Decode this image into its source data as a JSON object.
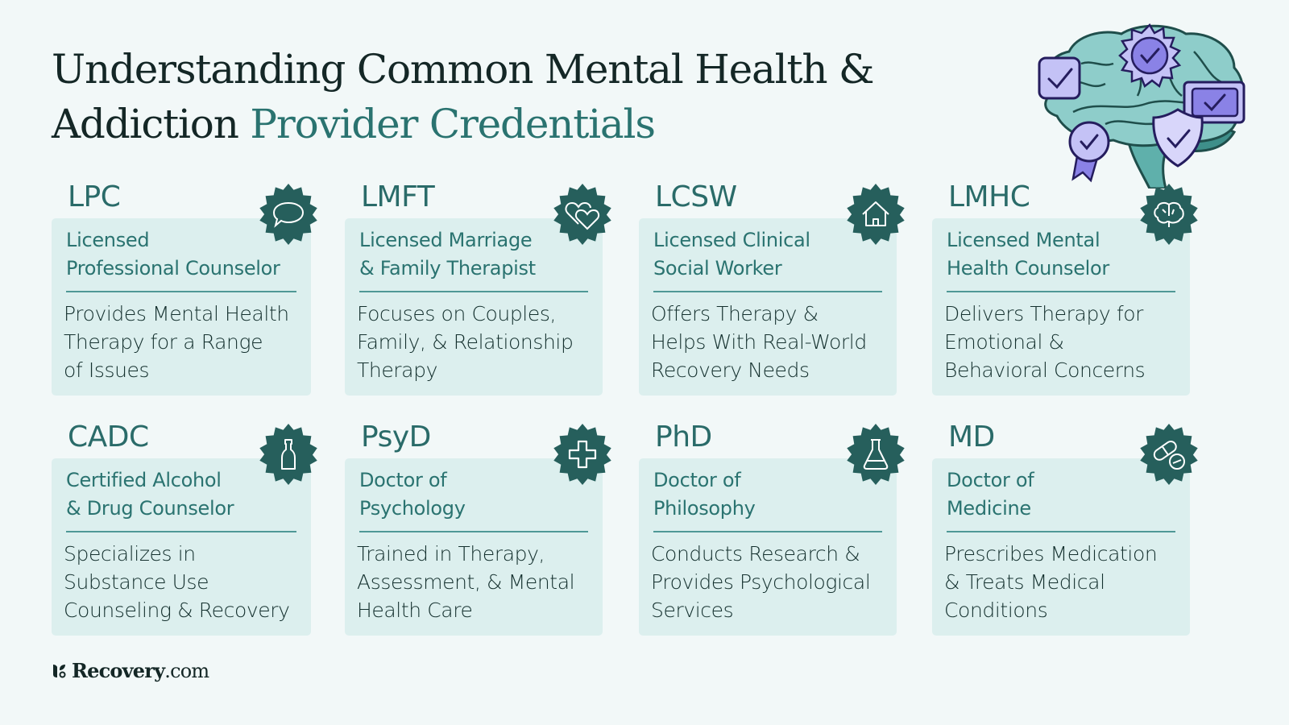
{
  "header": {
    "title_line1": "Understanding Common Mental Health &",
    "title_line2_plain": "Addiction",
    "title_line2_accent": "Provider Credentials"
  },
  "hero": {
    "illustration": "brain-with-credential-badges",
    "badge_icons": [
      "checkbox-icon",
      "seal-check-icon",
      "certificate-check-icon",
      "ribbon-award-check-icon",
      "shield-check-icon"
    ]
  },
  "colors": {
    "background": "#f2f8f8",
    "card": "#dcefee",
    "accent": "#2a7370",
    "badge": "#265f5c",
    "divider": "#4f9896",
    "text_dark": "#142726",
    "brain": "#8ecdca",
    "badge_purple": "#8a82e6"
  },
  "cards": [
    {
      "abbr": "LPC",
      "full": "Licensed Professional Counselor",
      "full_lines": [
        "Licensed",
        "Professional Counselor"
      ],
      "desc_lines": [
        "Provides Mental Health",
        "Therapy for a Range",
        "of Issues"
      ],
      "icon": "speech-bubble-icon"
    },
    {
      "abbr": "LMFT",
      "full": "Licensed Marriage & Family Therapist",
      "full_lines": [
        "Licensed Marriage",
        "& Family Therapist"
      ],
      "desc_lines": [
        "Focuses on Couples,",
        "Family, & Relationship",
        "Therapy"
      ],
      "icon": "two-hearts-icon"
    },
    {
      "abbr": "LCSW",
      "full": "Licensed Clinical Social Worker",
      "full_lines": [
        "Licensed Clinical",
        "Social Worker"
      ],
      "desc_lines": [
        "Offers Therapy &",
        "Helps With Real-World",
        "Recovery Needs"
      ],
      "icon": "house-icon"
    },
    {
      "abbr": "LMHC",
      "full": "Licensed Mental Health Counselor",
      "full_lines": [
        "Licensed Mental",
        "Health Counselor"
      ],
      "desc_lines": [
        "Delivers Therapy for",
        "Emotional &",
        "Behavioral Concerns"
      ],
      "icon": "brain-icon"
    },
    {
      "abbr": "CADC",
      "full": "Certified Alcohol & Drug Counselor",
      "full_lines": [
        "Certified Alcohol",
        "& Drug Counselor"
      ],
      "desc_lines": [
        "Specializes in",
        "Substance Use",
        "Counseling & Recovery"
      ],
      "icon": "bottle-icon"
    },
    {
      "abbr": "PsyD",
      "full": "Doctor of Psychology",
      "full_lines": [
        "Doctor of",
        "Psychology"
      ],
      "desc_lines": [
        "Trained in Therapy,",
        "Assessment, & Mental",
        "Health Care"
      ],
      "icon": "medical-cross-icon"
    },
    {
      "abbr": "PhD",
      "full": "Doctor of Philosophy",
      "full_lines": [
        "Doctor of",
        "Philosophy"
      ],
      "desc_lines": [
        "Conducts Research &",
        "Provides Psychological",
        "Services"
      ],
      "icon": "flask-icon"
    },
    {
      "abbr": "MD",
      "full": "Doctor of Medicine",
      "full_lines": [
        "Doctor of",
        "Medicine"
      ],
      "desc_lines": [
        "Prescribes Medication",
        "& Treats Medical",
        "Conditions"
      ],
      "icon": "pills-icon"
    }
  ],
  "footer": {
    "logo_name": "Recovery",
    "logo_domain": ".com"
  }
}
